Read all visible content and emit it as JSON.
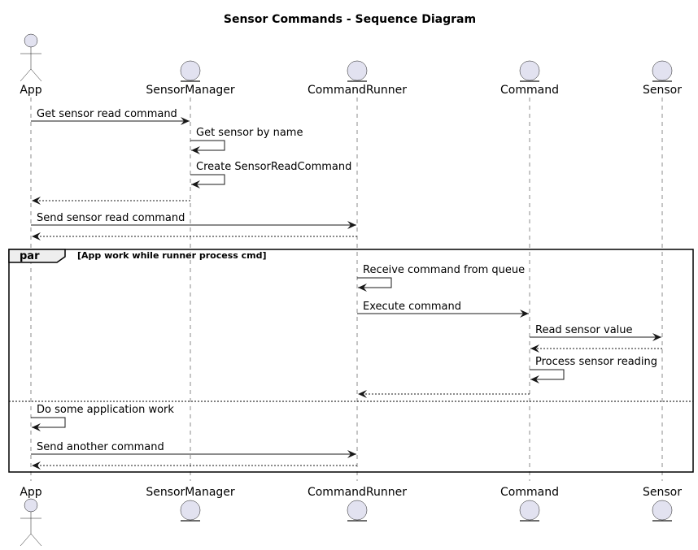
{
  "diagram": {
    "title": "Sensor Commands - Sequence Diagram",
    "participants": [
      {
        "id": "app",
        "label": "App",
        "kind": "actor"
      },
      {
        "id": "sm",
        "label": "SensorManager",
        "kind": "entity"
      },
      {
        "id": "cr",
        "label": "CommandRunner",
        "kind": "entity"
      },
      {
        "id": "cmd",
        "label": "Command",
        "kind": "entity"
      },
      {
        "id": "sensor",
        "label": "Sensor",
        "kind": "entity"
      }
    ],
    "messages": [
      {
        "from": "app",
        "to": "sm",
        "label": "Get sensor read command",
        "style": "solid"
      },
      {
        "from": "sm",
        "to": "sm",
        "label": "Get sensor by name",
        "style": "solid"
      },
      {
        "from": "sm",
        "to": "sm",
        "label": "Create SensorReadCommand",
        "style": "solid"
      },
      {
        "from": "sm",
        "to": "app",
        "label": "",
        "style": "dashed"
      },
      {
        "from": "app",
        "to": "cr",
        "label": "Send sensor read command",
        "style": "solid"
      },
      {
        "from": "cr",
        "to": "app",
        "label": "",
        "style": "dashed"
      },
      {
        "from": "cr",
        "to": "cr",
        "label": "Receive command from queue",
        "style": "solid"
      },
      {
        "from": "cr",
        "to": "cmd",
        "label": "Execute command",
        "style": "solid"
      },
      {
        "from": "cmd",
        "to": "sensor",
        "label": "Read sensor value",
        "style": "solid"
      },
      {
        "from": "sensor",
        "to": "cmd",
        "label": "",
        "style": "dashed"
      },
      {
        "from": "cmd",
        "to": "cmd",
        "label": "Process sensor reading",
        "style": "solid"
      },
      {
        "from": "cmd",
        "to": "cr",
        "label": "",
        "style": "dashed"
      },
      {
        "from": "app",
        "to": "app",
        "label": "Do some application work",
        "style": "solid"
      },
      {
        "from": "app",
        "to": "cr",
        "label": "Send another command",
        "style": "solid"
      },
      {
        "from": "cr",
        "to": "app",
        "label": "",
        "style": "dashed"
      }
    ],
    "fragment": {
      "operator": "par",
      "guard": "[App work while runner process cmd]"
    }
  },
  "colors": {
    "participant_fill": "#E2E2F0",
    "line": "#181818"
  }
}
